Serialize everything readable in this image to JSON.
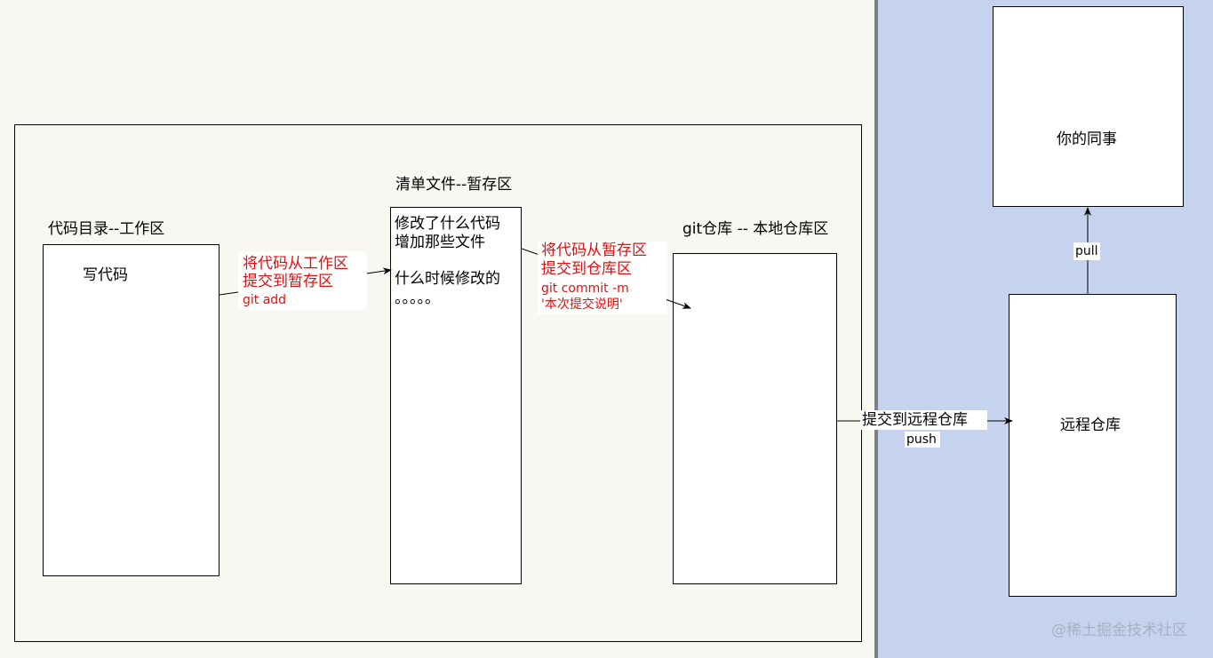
{
  "workdir": {
    "title": "代码目录--工作区",
    "content": "写代码"
  },
  "stage": {
    "title": "清单文件--暂存区",
    "lines": [
      "修改了什么代码",
      "增加那些文件",
      "什么时候修改的",
      "。。。。。"
    ]
  },
  "localrepo": {
    "title": "git仓库 -- 本地仓库区"
  },
  "step_add": {
    "line1": "将代码从工作区",
    "line2": "提交到暂存区",
    "cmd": "git add"
  },
  "step_commit": {
    "line1": "将代码从暂存区",
    "line2": "提交到仓库区",
    "cmd": "git commit -m",
    "msg": "'本次提交说明'"
  },
  "step_push": {
    "label": "提交到远程仓库",
    "cmd": "push"
  },
  "remote": {
    "title": "远程仓库"
  },
  "colleague": {
    "title": "你的同事"
  },
  "step_pull": {
    "cmd": "pull"
  },
  "watermark": "@稀土掘金技术社区",
  "colors": {
    "left_bg": "#f8f7f2",
    "right_bg": "#c6d3ee",
    "annotation": "#e01010"
  }
}
